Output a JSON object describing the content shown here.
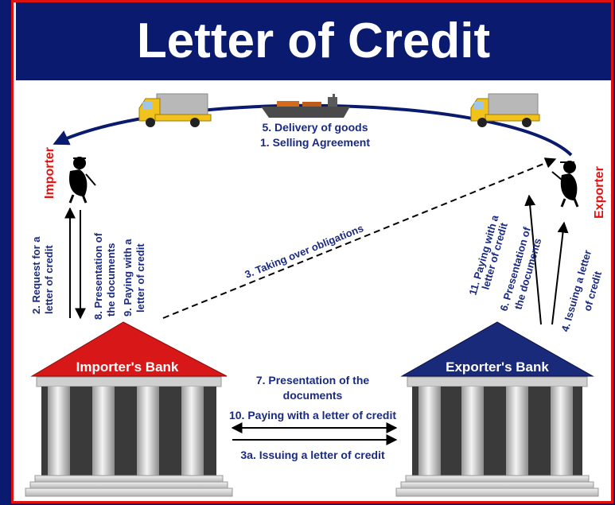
{
  "title": "Letter of Credit",
  "colors": {
    "navy": "#0a1a6e",
    "frame_red": "#e01010",
    "label_blue": "#1a2a80",
    "label_red": "#e01010",
    "importer_bank_roof": "#d81818",
    "exporter_bank_roof": "#1a2a7a"
  },
  "parties": {
    "importer": "Importer",
    "exporter": "Exporter"
  },
  "banks": {
    "importer_bank": "Importer's Bank",
    "exporter_bank": "Exporter's Bank"
  },
  "top_flow": {
    "line1": "5. Delivery of goods",
    "line2": "1. Selling Agreement"
  },
  "importer_side": {
    "step2_line1": "2. Request for a",
    "step2_line2": "letter of credit",
    "step8_line1": "8. Presentation of",
    "step8_line2": "the documents",
    "step9_line1": "9. Paying with a",
    "step9_line2": "letter of credit"
  },
  "middle": {
    "step3": "3. Taking over obligations"
  },
  "exporter_side": {
    "step11_line1": "11. Paying with a",
    "step11_line2": "letter of credit",
    "step6_line1": "6. Presentation of",
    "step6_line2": "the documents",
    "step4_line1": "4. Issuing a letter",
    "step4_line2": "of credit"
  },
  "bank_flow": {
    "step7_line1": "7. Presentation of the",
    "step7_line2": "documents",
    "step10": "10. Paying with a letter of credit",
    "step3a": "3a. Issuing a letter of credit"
  },
  "icons": [
    "truck-icon",
    "cargo-ship-icon",
    "importer-figure-icon",
    "exporter-figure-icon",
    "bank-building-icon"
  ]
}
